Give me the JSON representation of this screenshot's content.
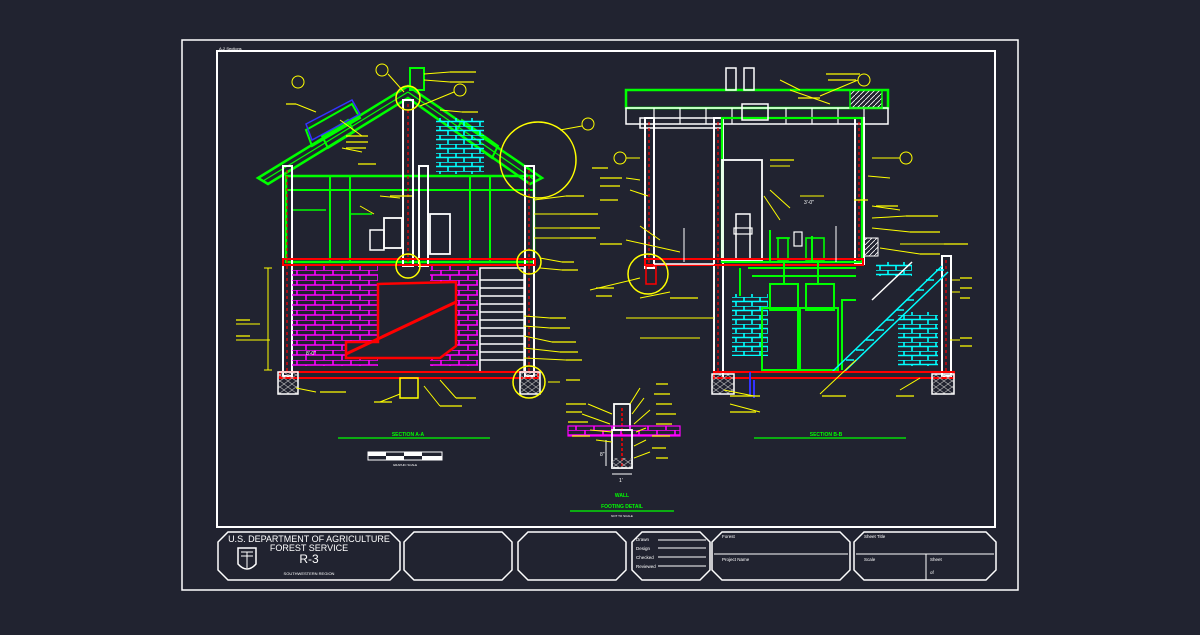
{
  "sheet_header": "A-2 Sections",
  "sections": {
    "aa": {
      "title": "SECTION A-A"
    },
    "bb": {
      "title": "SECTION B-B"
    },
    "footing": {
      "title_line1": "WALL",
      "title_line2": "FOOTING DETAIL",
      "caption": "NOT TO SCALE"
    },
    "scale_bar": {
      "label": "GRAPHIC SCALE"
    }
  },
  "dimensions": {
    "aa_left": "8'-0\"",
    "bb_upper": "3'-0\"",
    "footing_height": "8\"",
    "footing_width": "1'"
  },
  "title_block": {
    "agency_line1": "U.S. DEPARTMENT OF AGRICULTURE",
    "agency_line2": "FOREST SERVICE",
    "region_code": "R-3",
    "region_name": "SOUTHWESTERN REGION",
    "drawn_label": "Drawn",
    "design_label": "Design",
    "checked_label": "Checked",
    "reviewed_label": "Reviewed",
    "forest_label": "Forest",
    "project_label": "Project Name",
    "sheet_title_label": "Sheet Title",
    "scale_label": "Scale",
    "sheet_label": "Sheet",
    "sheet_value": "of"
  },
  "colors": {
    "background": "#212330",
    "border": "#ffffff",
    "roof": "#00ff00",
    "insulation": "#ff00ff",
    "masonry": "#00ffff",
    "notes": "#ffff00",
    "slab": "#ff0000",
    "leader_blue": "#0000ff"
  }
}
